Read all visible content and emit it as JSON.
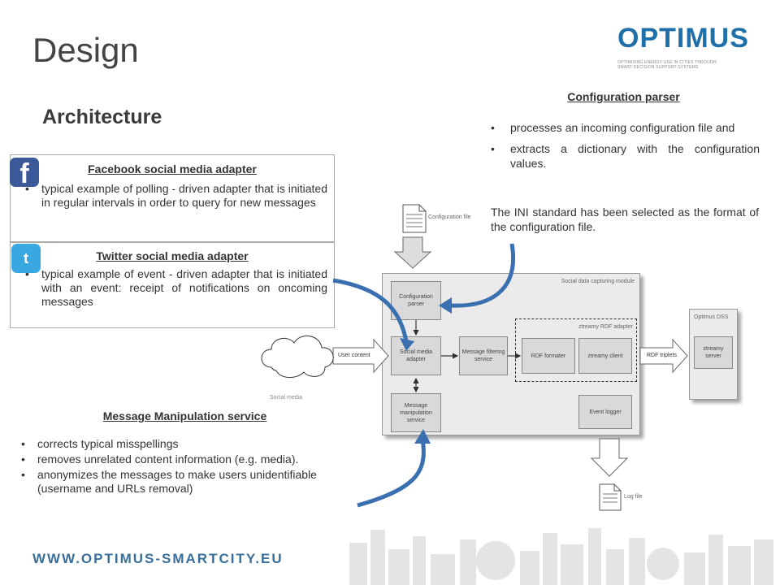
{
  "slide": {
    "title": "Design",
    "subtitle": "Architecture"
  },
  "logo": {
    "wordmark": "OPTIMUS",
    "tagline_1": "OPTIMISING ENERGY USE IN CITIES THROUGH",
    "tagline_2": "SMART DECISION SUPPORT SYSTEMS"
  },
  "facebook_box": {
    "icon": "f",
    "title": "Facebook social media adapter",
    "bullets": [
      "typical example of polling - driven adapter that is initiated in regular intervals in order to query for new messages"
    ]
  },
  "twitter_box": {
    "icon": "t",
    "title": "Twitter social media adapter",
    "bullets": [
      "typical example of event - driven adapter that is initiated with an event: receipt of notifications on oncoming messages"
    ]
  },
  "config_section": {
    "title": "Configuration parser",
    "bullets": [
      "processes an incoming configuration file and",
      "extracts a dictionary with the configuration values."
    ],
    "note": "The INI standard has been selected as the format of the configuration file."
  },
  "manipulation_section": {
    "title": "Message Manipulation service",
    "bullets": [
      "corrects typical misspellings",
      "removes unrelated content information (e.g. media).",
      "anonymizes the messages to make users unidentifiable (username and URLs removal)"
    ]
  },
  "diagram": {
    "config_file": "Configuration file",
    "module": "Social data capturing module",
    "config_parser": "Configuration parser",
    "social_media_adapter": "Social media adapter",
    "message_filtering": "Message filtering service",
    "ztreamy_adapter": "ztreamy RDF adapter",
    "rdf_formater": "RDF formater",
    "ztreamy_client": "ztreamy client",
    "message_manipulation": "Message manipulation service",
    "event_logger": "Event logger",
    "user_content": "User content",
    "rdf_triplets": "RDF triplets",
    "social_media": "Social media",
    "optimus_dss": "Optimus DSS",
    "ztreamy_server": "ztreamy server",
    "log_file": "Log file"
  },
  "footer": {
    "url": "WWW.OPTIMUS-SMARTCITY.EU"
  },
  "colors": {
    "accent": "#3a6fb0",
    "brand": "#1f6fa8",
    "facebook": "#3b5998",
    "twitter": "#39a8e0"
  }
}
